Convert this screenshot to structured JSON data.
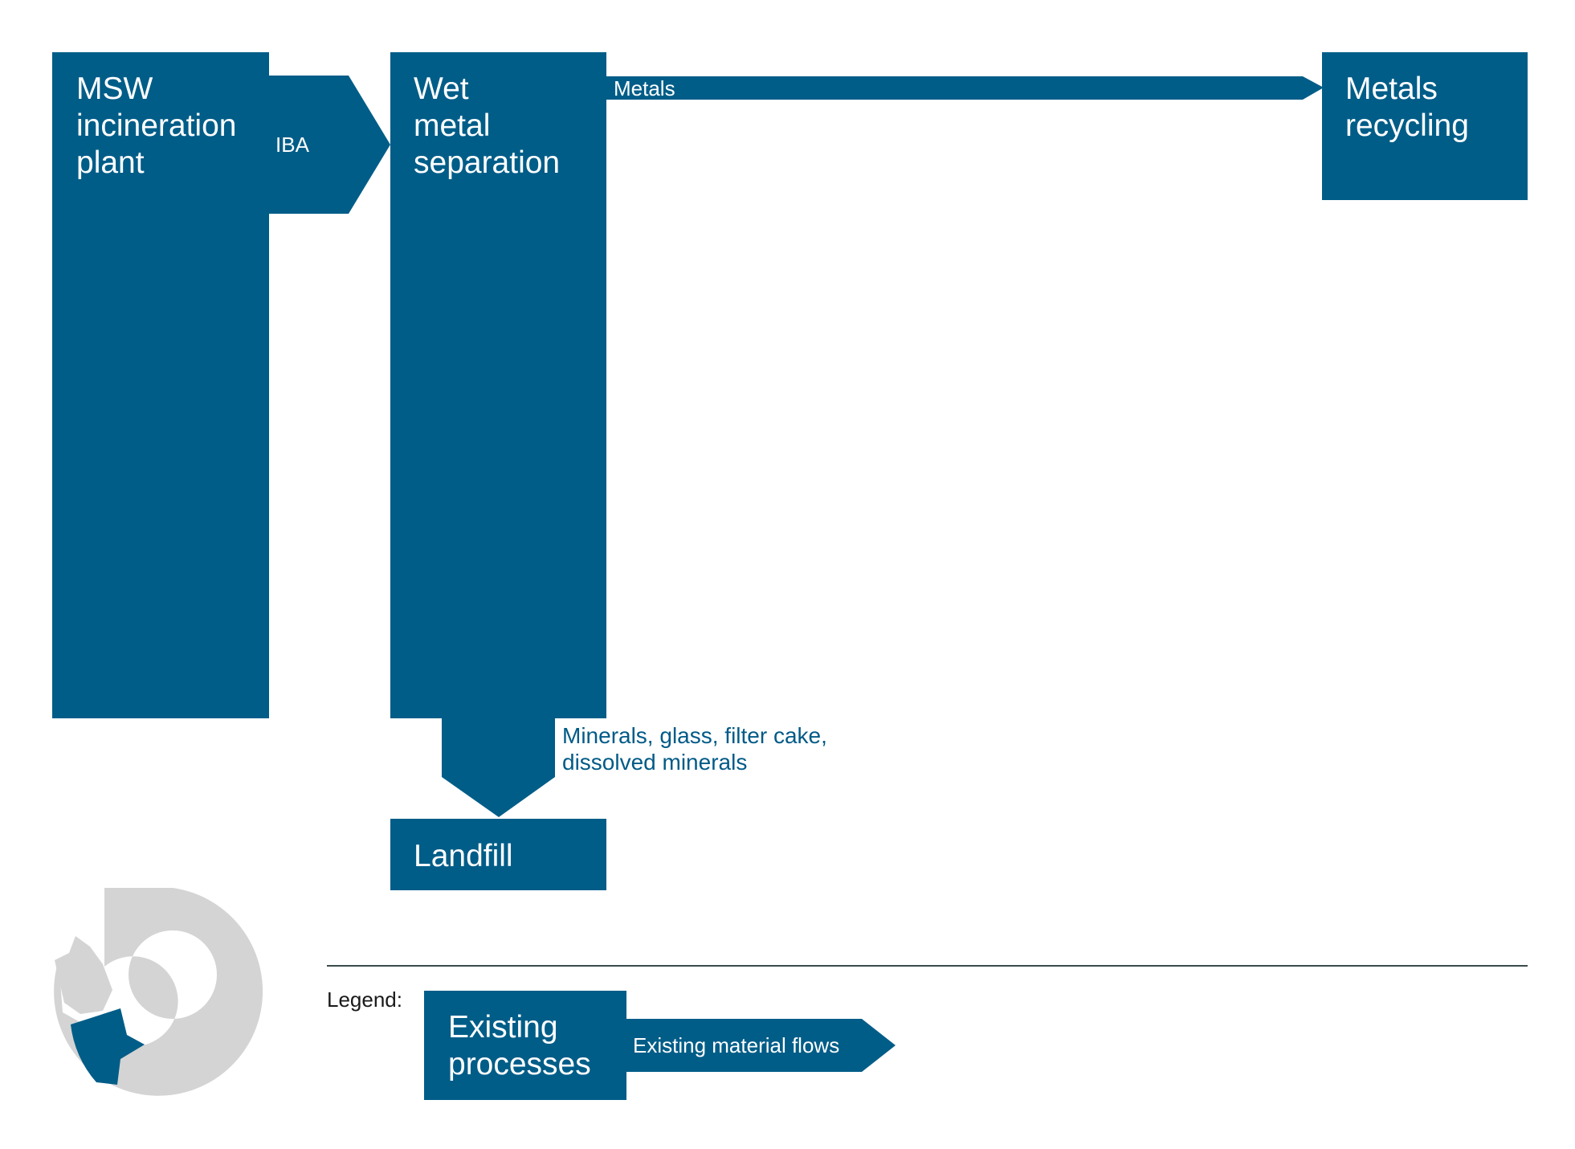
{
  "colors": {
    "process": "#005d88",
    "flow": "#005d88",
    "flow_label_outside": "#005a87",
    "logo_grey": "#d4d4d4",
    "logo_blue": "#005d88",
    "legend_rule": "#3a4a4a"
  },
  "processes": {
    "msw": [
      "MSW",
      "incineration",
      "plant"
    ],
    "wet": [
      "Wet",
      "metal",
      "separation"
    ],
    "recycling": [
      "Metals",
      "recycling"
    ],
    "landfill": [
      "Landfill"
    ]
  },
  "flows": {
    "iba": "IBA",
    "metals": "Metals",
    "minerals": [
      "Minerals, glass, filter cake,",
      "dissolved minerals"
    ]
  },
  "legend": {
    "label": "Legend:",
    "process": [
      "Existing",
      "processes"
    ],
    "flow": "Existing material flows"
  },
  "logo_icon": "circular-economy-logo-icon"
}
